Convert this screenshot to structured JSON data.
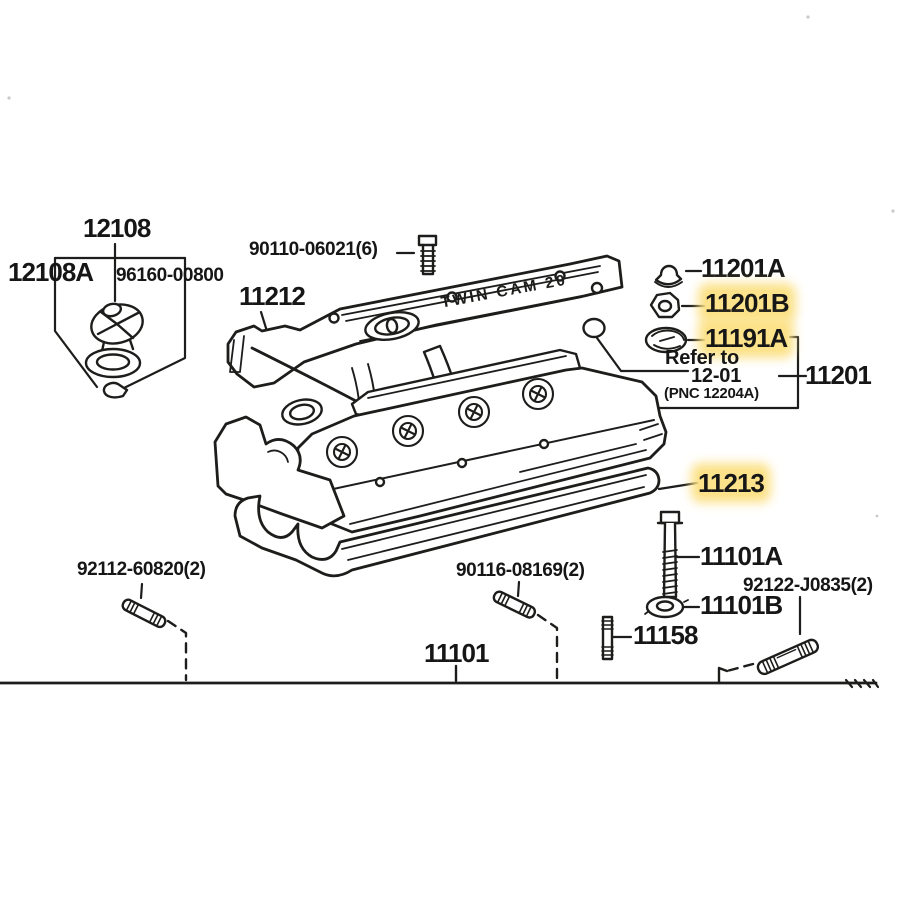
{
  "meta": {
    "type": "engine-parts-exploded-diagram",
    "subject": "cylinder head cover assembly",
    "background_color": "#ffffff",
    "ink_color": "#1d1d1b",
    "highlight_color": "#fce084",
    "highlighted_labels": [
      "11201B",
      "11191A",
      "11213"
    ]
  },
  "engraving": {
    "twin_cam": "TWIN CAM 20"
  },
  "labels": {
    "l12108": {
      "text": "12108"
    },
    "l12108a": {
      "text": "12108A"
    },
    "l96160": {
      "text": "96160-00800"
    },
    "l90110": {
      "text": "90110-06021(6)"
    },
    "l11212": {
      "text": "11212"
    },
    "l11201a": {
      "text": "11201A"
    },
    "l11201b": {
      "text": "11201B",
      "highlighted": true
    },
    "l11191a": {
      "text": "11191A",
      "highlighted": true
    },
    "refer1": {
      "text": "Refer to"
    },
    "refer2": {
      "text": "12-01"
    },
    "pnc": {
      "text": "(PNC 12204A)"
    },
    "l11201": {
      "text": "11201"
    },
    "l11213": {
      "text": "11213",
      "highlighted": true
    },
    "l11101a": {
      "text": "11101A"
    },
    "l92122": {
      "text": "92122-J0835(2)"
    },
    "l11101b": {
      "text": "11101B"
    },
    "l11158": {
      "text": "11158"
    },
    "l90116": {
      "text": "90116-08169(2)"
    },
    "l92112": {
      "text": "92112-60820(2)"
    },
    "l11101": {
      "text": "11101"
    }
  },
  "icons": {
    "oil-filler-cap-icon": "12108",
    "hex-bolt-icon": "90110-06021(6)",
    "valve-cover-plate": "11212",
    "grommet-icon": "11201A",
    "hex-nut-icon": "11201B",
    "seal-washer-icon": "11191A",
    "head-cover-with-gasket": "11201",
    "gasket-outline": "11213",
    "long-bolt-icon": "11101A",
    "flanged-washer-icon": "11101B",
    "stud-icon-11158": "11158",
    "stud-icon-90116": "90116-08169(2)",
    "stud-icon-92112": "92112-60820(2)",
    "stud-icon-92122": "92122-J0835(2)",
    "cylinder-head-baseline": "11101"
  }
}
